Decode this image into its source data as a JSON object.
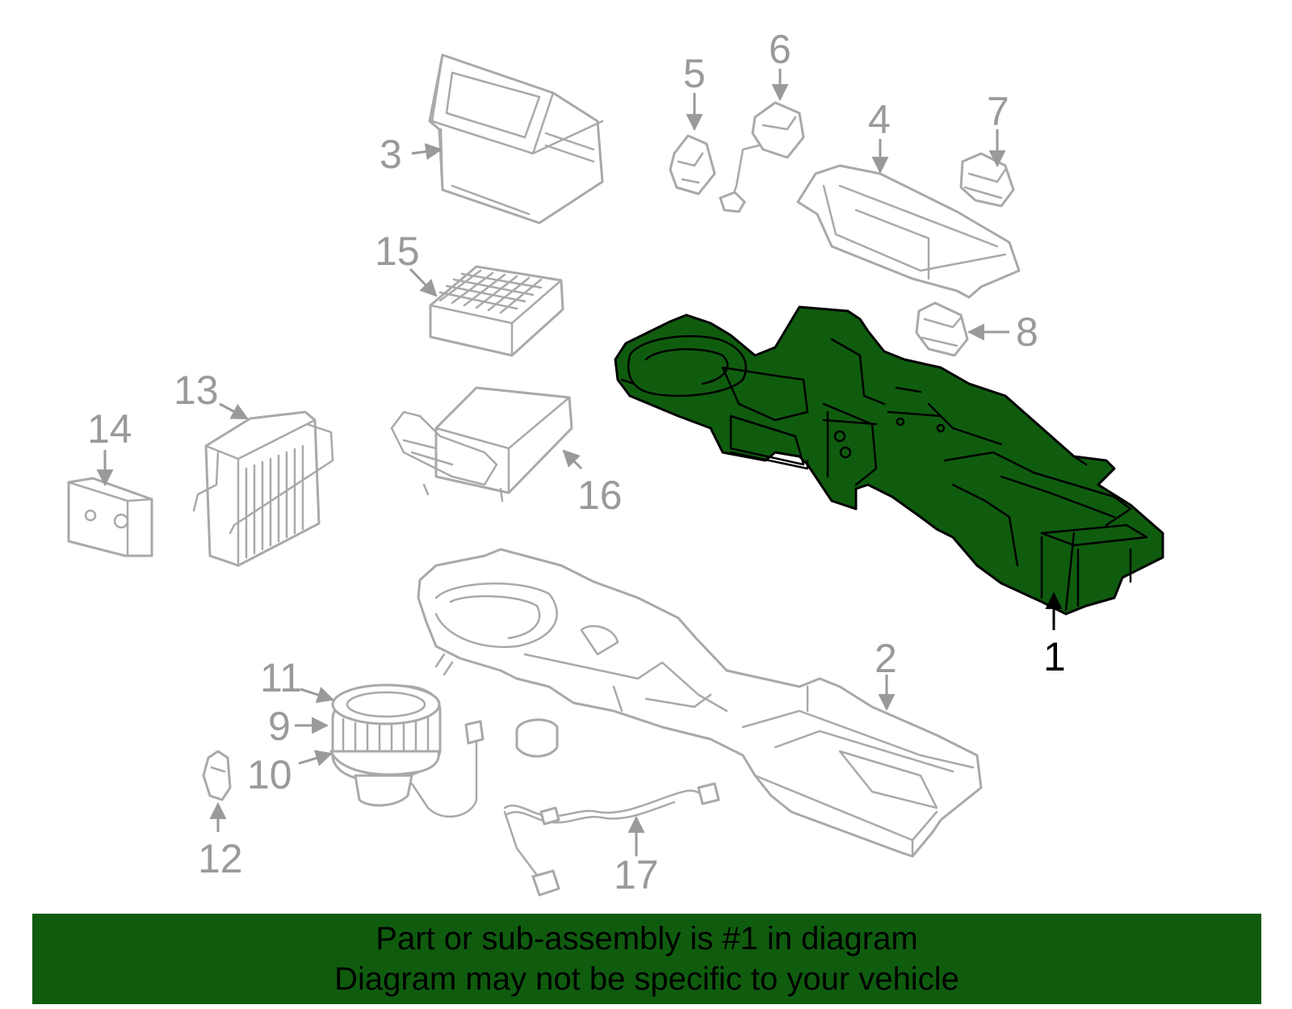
{
  "callouts": {
    "c1": "1",
    "c2": "2",
    "c3": "3",
    "c4": "4",
    "c5": "5",
    "c6": "6",
    "c7": "7",
    "c8": "8",
    "c9": "9",
    "c10": "10",
    "c11": "11",
    "c12": "12",
    "c13": "13",
    "c14": "14",
    "c15": "15",
    "c16": "16",
    "c17": "17"
  },
  "highlighted_part": "1",
  "colors": {
    "highlight": "#0f5c0f",
    "line_art": "#a9a9a9",
    "banner": "#0f5c0f"
  },
  "banner": {
    "line1": "Part or sub-assembly is #1 in diagram",
    "line2": "Diagram may not be specific to your vehicle"
  }
}
